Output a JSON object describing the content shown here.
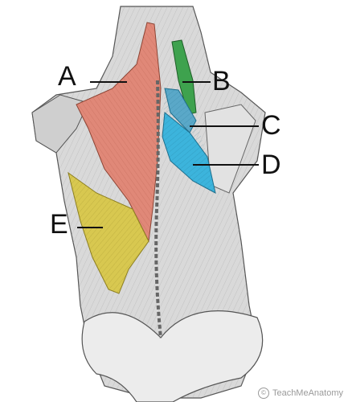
{
  "labels": {
    "a": "A",
    "b": "B",
    "c": "C",
    "d": "D",
    "e": "E"
  },
  "watermark": "TeachMeAnatomy",
  "colors": {
    "muscle_a": "#e08878",
    "muscle_b": "#3ea24e",
    "muscle_c": "#5aa8c8",
    "muscle_d": "#3cb4dc",
    "muscle_e": "#d8c850",
    "background_muscle": "#d6d6d6",
    "line": "#111111"
  },
  "icons": {
    "watermark_logo": "copyright-c-icon"
  }
}
